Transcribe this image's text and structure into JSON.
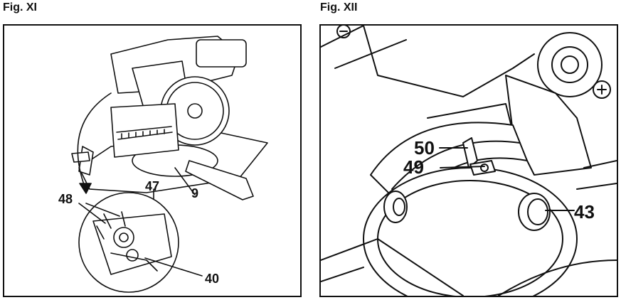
{
  "figures": [
    {
      "title": "Fig. XI",
      "callouts": [
        "48",
        "47",
        "9",
        "40"
      ]
    },
    {
      "title": "Fig. XII",
      "callouts": [
        "50",
        "49",
        "43"
      ]
    }
  ]
}
